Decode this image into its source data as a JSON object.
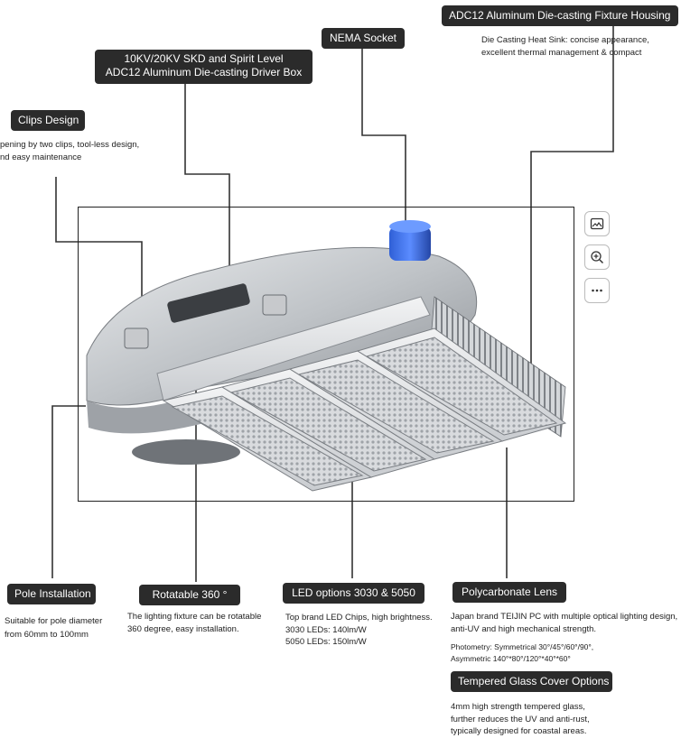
{
  "labels": {
    "housing": "ADC12 Aluminum Die-casting Fixture Housing",
    "nema": "NEMA Socket",
    "driver_line1": "10KV/20KV SKD and Spirit Level",
    "driver_line2": "ADC12 Aluminum Die-casting Driver Box",
    "clips": "Clips Design",
    "pole": "Pole Installation",
    "rotatable": "Rotatable 360 °",
    "led": "LED options 3030 & 5050",
    "lens": "Polycarbonate Lens",
    "glass": "Tempered Glass Cover Options"
  },
  "descriptions": {
    "housing": "Die Casting Heat Sink: concise appearance,\nexcellent thermal management & compact",
    "clips": "pening by two clips, tool-less design,\nnd easy maintenance",
    "pole": "Suitable for pole diameter\nfrom 60mm to 100mm",
    "rotatable": "The lighting fixture can be rotatable\n360 degree, easy installation.",
    "led": "Top brand LED Chips, high brightness.\n3030 LEDs: 140lm/W\n5050 LEDs: 150lm/W",
    "lens": "Japan brand TEIJIN PC with multiple optical lighting design,\nanti-UV and high mechanical strength.",
    "photometry": "Photometry: Symmetrical 30°/45°/60°/90°,\nAsymmetric 140°*80°/120°*40°*60°",
    "glass": "4mm high strength tempered glass,\nfurther reduces the UV and anti-rust,\ntypically designed for coastal areas."
  },
  "toolbar": {
    "visual_search_icon": "image-search-icon",
    "zoom_icon": "zoom-in-icon",
    "more_icon": "more-icon"
  }
}
